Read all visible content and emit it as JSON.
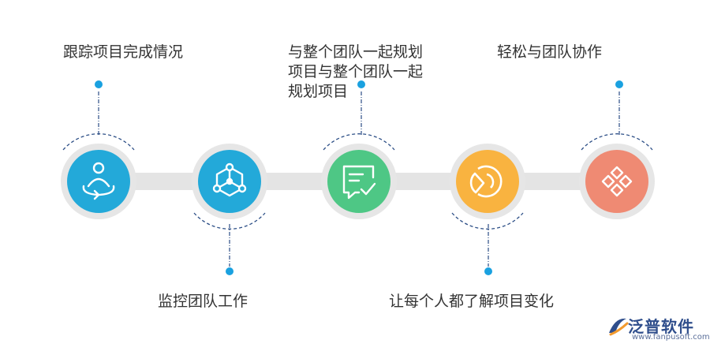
{
  "steps": [
    {
      "label": "跟踪项目完成情况",
      "color": "#23a9d9",
      "icon": "person-orbit-icon"
    },
    {
      "label": "监控团队工作",
      "color": "#23a9d9",
      "icon": "network-icon"
    },
    {
      "label": "与整个团队一起规划项目与整个团队一起规划项目",
      "color": "#4ec785",
      "icon": "message-check-icon"
    },
    {
      "label": "让每个人都了解项目变化",
      "color": "#f9b340",
      "icon": "pie-chart-icon"
    },
    {
      "label": "轻松与团队协作",
      "color": "#ef8a73",
      "icon": "diamonds-icon"
    }
  ],
  "brand": {
    "name": "泛普软件",
    "url": "www.fanpusoft.com"
  },
  "colors": {
    "track": "#e4e4e4",
    "dot": "#1aa1e0",
    "dash": "#2c4e86"
  }
}
